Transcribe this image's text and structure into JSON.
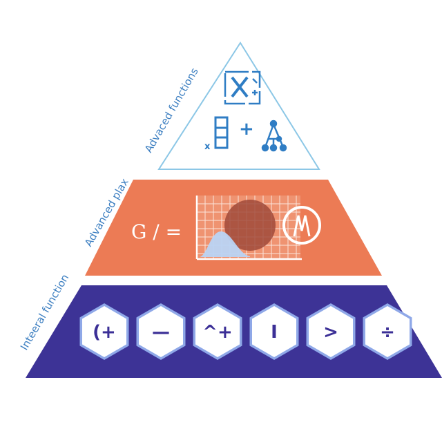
{
  "colors": {
    "top_stroke": "#8cc7e6",
    "top_icon": "#2f7dc4",
    "middle_fill": "#ec7b55",
    "bottom_fill": "#3d3396",
    "hex_fill": "#ffffff",
    "hex_glyph": "#3b2f96",
    "label": "#3d7fc1"
  },
  "tiers": {
    "top": {
      "label": "Advaced functions",
      "icons": [
        "matrix-x-plus-icon",
        "vector-column-icon",
        "plus-icon",
        "tree-graph-icon"
      ],
      "small_x": "x",
      "plus": "+"
    },
    "middle": {
      "label": "Advanced plax",
      "math_text": "G / =",
      "icons": [
        "grid-plot-icon",
        "gauge-icon"
      ]
    },
    "bottom": {
      "label": "Inteeral function",
      "hexagons": [
        {
          "glyph": "(+",
          "icon": "paren-plus-icon"
        },
        {
          "glyph": "—",
          "icon": "minus-icon"
        },
        {
          "glyph": "^+",
          "icon": "caret-plus-icon"
        },
        {
          "glyph": "I",
          "icon": "i-beam-icon"
        },
        {
          "glyph": ">",
          "icon": "greater-than-icon"
        },
        {
          "glyph": "÷",
          "icon": "divide-icon"
        }
      ]
    }
  }
}
